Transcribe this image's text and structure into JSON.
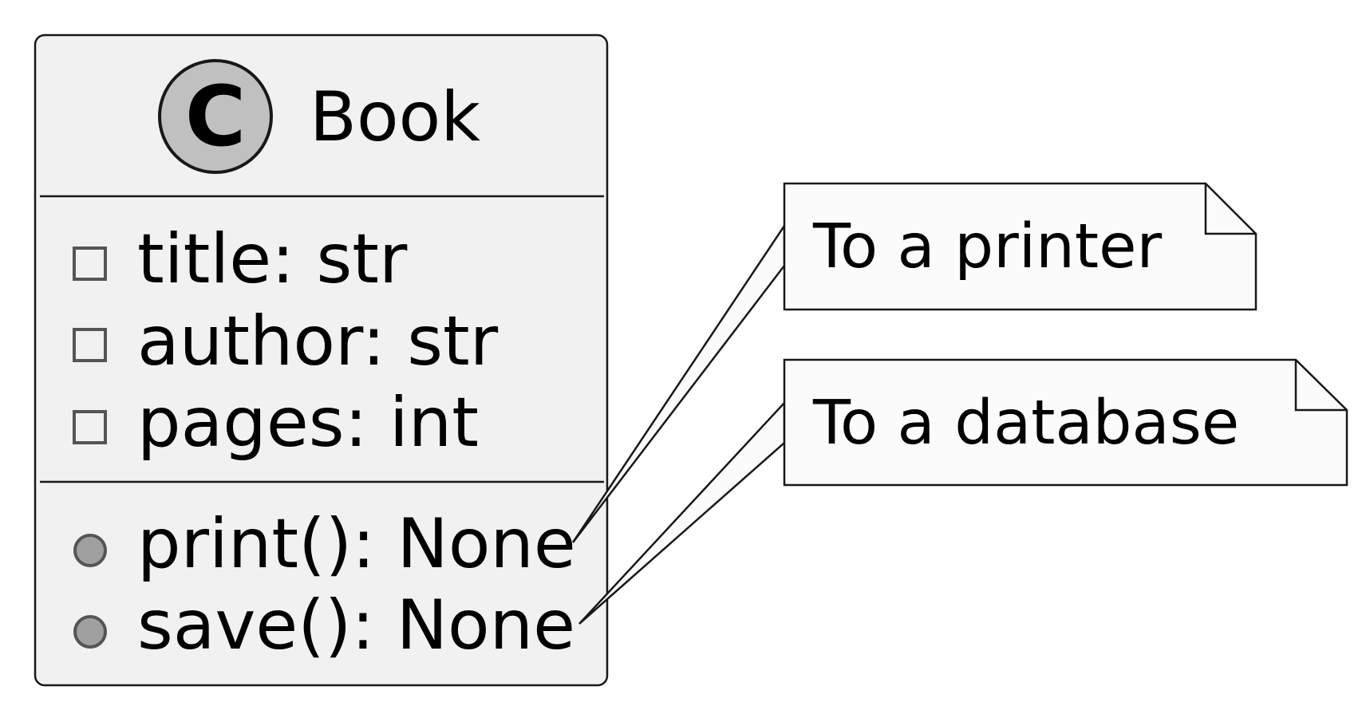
{
  "class": {
    "stereotype_letter": "C",
    "name": "Book",
    "attributes": [
      {
        "visibility": "private",
        "text": "title: str"
      },
      {
        "visibility": "private",
        "text": "author: str"
      },
      {
        "visibility": "private",
        "text": "pages: int"
      }
    ],
    "methods": [
      {
        "visibility": "public",
        "text": "print(): None"
      },
      {
        "visibility": "public",
        "text": "save(): None"
      }
    ]
  },
  "notes": [
    {
      "text": "To a printer",
      "attached_to": "print(): None"
    },
    {
      "text": "To a database",
      "attached_to": "save(): None"
    }
  ],
  "colors": {
    "class_fill": "#f1f1f1",
    "class_badge": "#c0c0c0",
    "note_fill": "#fbfbfb",
    "public_marker": "#a0a0a0",
    "private_marker": "#555555",
    "stroke": "#181818"
  }
}
